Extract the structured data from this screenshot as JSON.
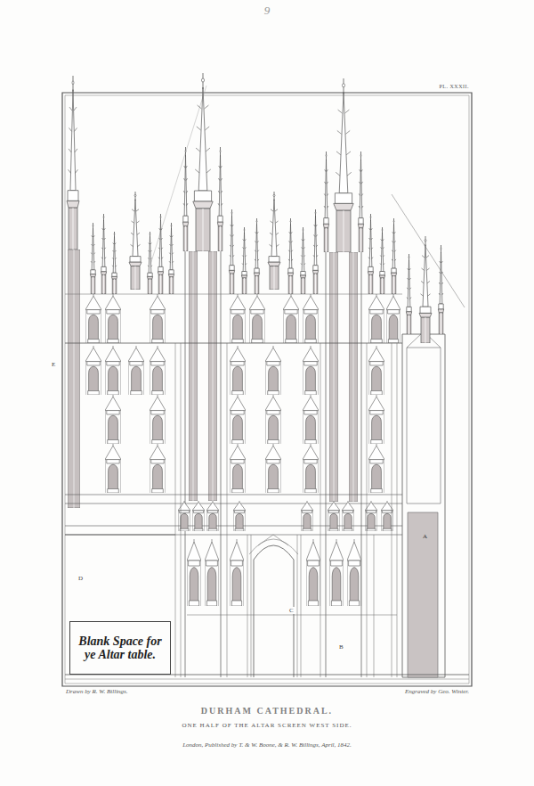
{
  "diagram": {
    "title": "DURHAM CATHEDRAL.",
    "caption": "ONE HALF OF THE ALTAR SCREEN WEST SIDE.",
    "nodes": [
      {
        "text": [
          "Blank Space for ye Altar table."
        ]
      }
    ],
    "labels": [
      "9",
      "PL. XXXII.",
      "E",
      "D",
      "A",
      "C",
      "B",
      "Drawn by R. W. Billings.",
      "Engraved by Geo. Winter.",
      "London, Published by T. & W. Boone, & R. W. Billings, April, 1842."
    ]
  }
}
